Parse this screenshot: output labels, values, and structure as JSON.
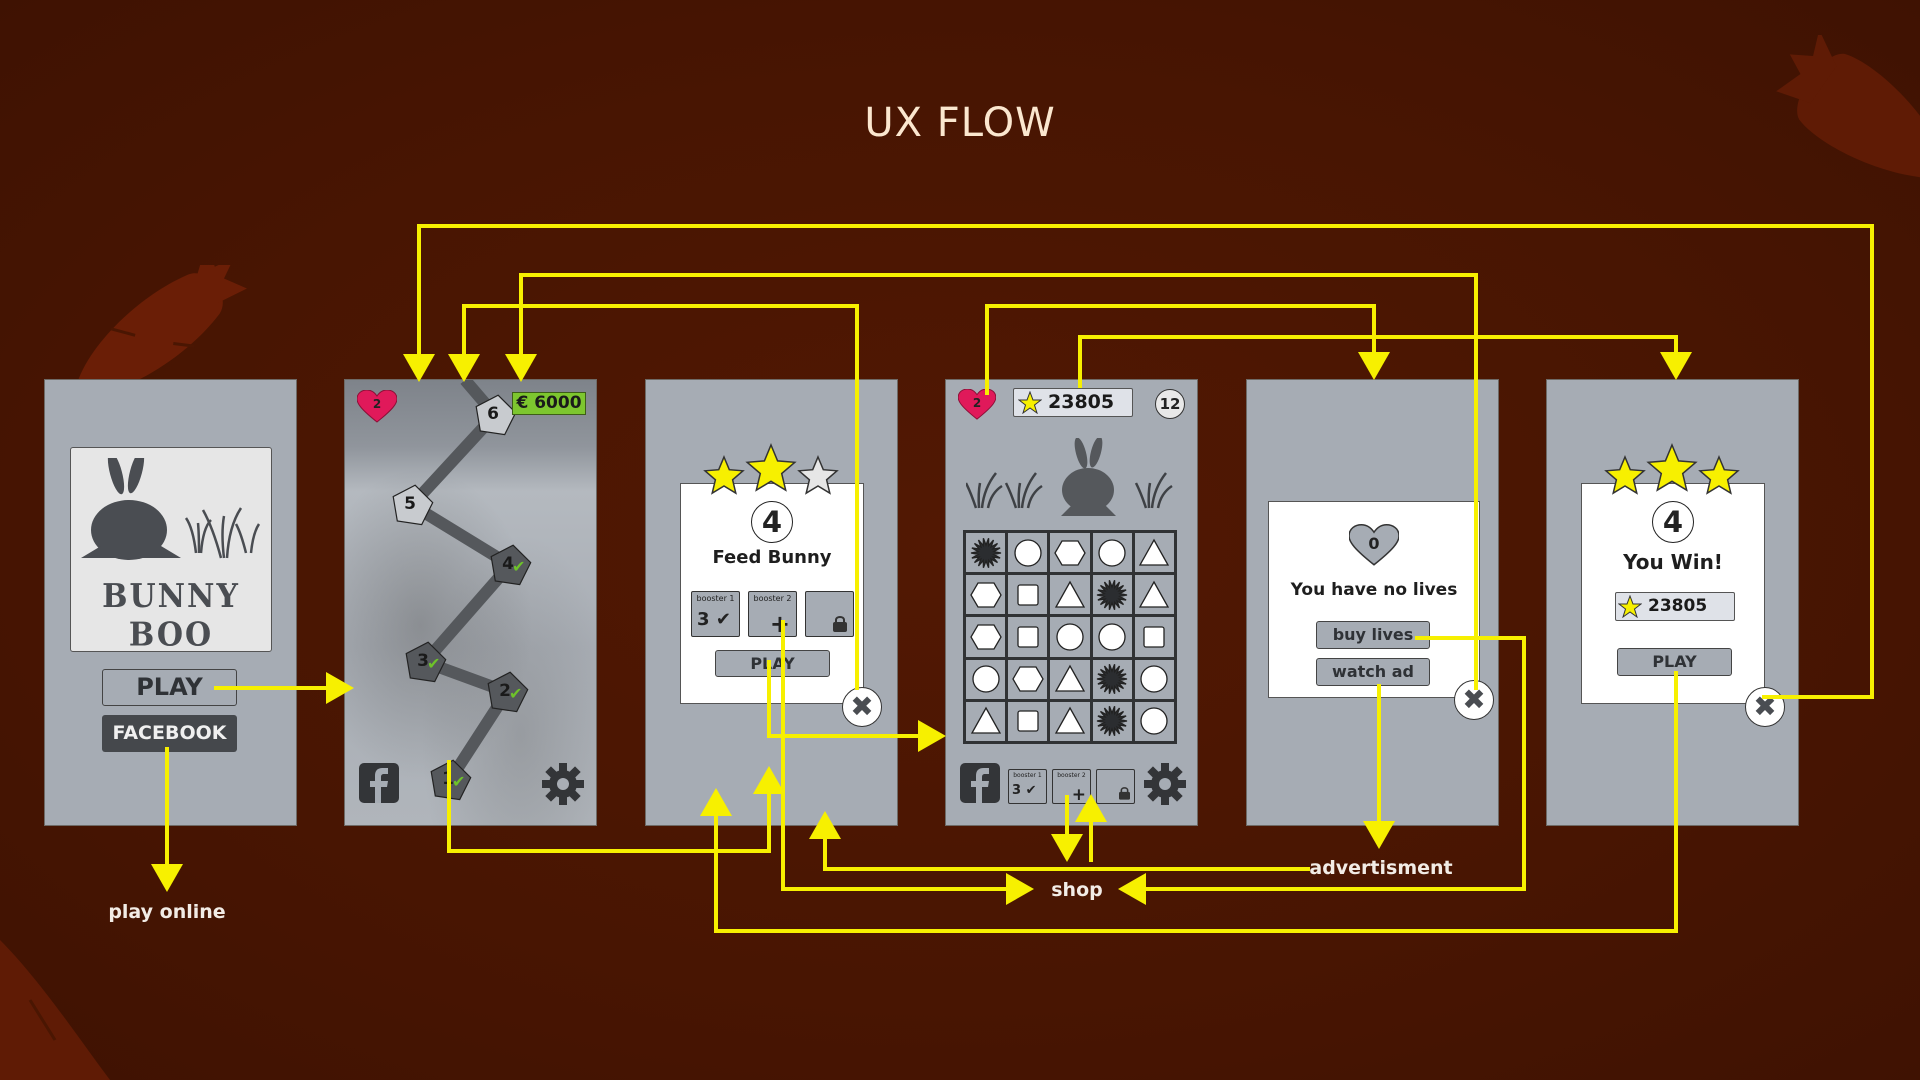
{
  "title": "UX FLOW",
  "colors": {
    "background": "#4a1602",
    "carrot": "#6a1e06",
    "arrow": "#f7f000",
    "screen": "#a6acb4",
    "heart": "#e0195a",
    "money_badge": "#7dc62f",
    "star_filled": "#f7f000",
    "star_empty": "#e6e6e6",
    "check": "#6ec22a"
  },
  "screens": {
    "start": {
      "logo_text": "BUNNY BOO",
      "play_label": "PLAY",
      "facebook_label": "FACEBOOK"
    },
    "level_map": {
      "lives": "2",
      "money": "€ 6000",
      "levels": [
        {
          "number": "1",
          "completed": true
        },
        {
          "number": "2",
          "completed": true
        },
        {
          "number": "3",
          "completed": true
        },
        {
          "number": "4",
          "completed": true
        },
        {
          "number": "5",
          "completed": false
        },
        {
          "number": "6",
          "completed": false
        }
      ],
      "icons": [
        "facebook-icon",
        "gear-icon"
      ]
    },
    "level_start": {
      "stars_earned": 2,
      "stars_total": 3,
      "level": "4",
      "goal": "Feed Bunny",
      "boosters": [
        {
          "label": "booster 1",
          "value": "3",
          "state": "check"
        },
        {
          "label": "booster 2",
          "value": "",
          "state": "plus"
        },
        {
          "label": "",
          "value": "",
          "state": "locked"
        }
      ],
      "play_label": "PLAY",
      "close_icon": "close-icon"
    },
    "game": {
      "lives": "2",
      "score": "23805",
      "moves": "12",
      "grid": [
        [
          "starburst",
          "circle",
          "hexagon",
          "circle",
          "triangle"
        ],
        [
          "hexagon",
          "square",
          "triangle",
          "starburst",
          "triangle"
        ],
        [
          "hexagon",
          "square",
          "circle",
          "circle",
          "square"
        ],
        [
          "circle",
          "hexagon",
          "triangle",
          "starburst",
          "circle"
        ],
        [
          "triangle",
          "square",
          "triangle",
          "starburst",
          "circle"
        ]
      ],
      "boosters": [
        {
          "label": "booster 1",
          "value": "3",
          "state": "check"
        },
        {
          "label": "booster 2",
          "value": "",
          "state": "plus"
        },
        {
          "label": "",
          "value": "",
          "state": "locked"
        }
      ]
    },
    "no_lives": {
      "lives": "0",
      "message": "You have no lives",
      "buy_label": "buy lives",
      "watch_label": "watch ad"
    },
    "win": {
      "stars_earned": 3,
      "stars_total": 3,
      "level": "4",
      "message": "You Win!",
      "score": "23805",
      "play_label": "PLAY"
    }
  },
  "flow_labels": {
    "play_online": "play online",
    "shop": "shop",
    "advertisment": "advertisment"
  }
}
